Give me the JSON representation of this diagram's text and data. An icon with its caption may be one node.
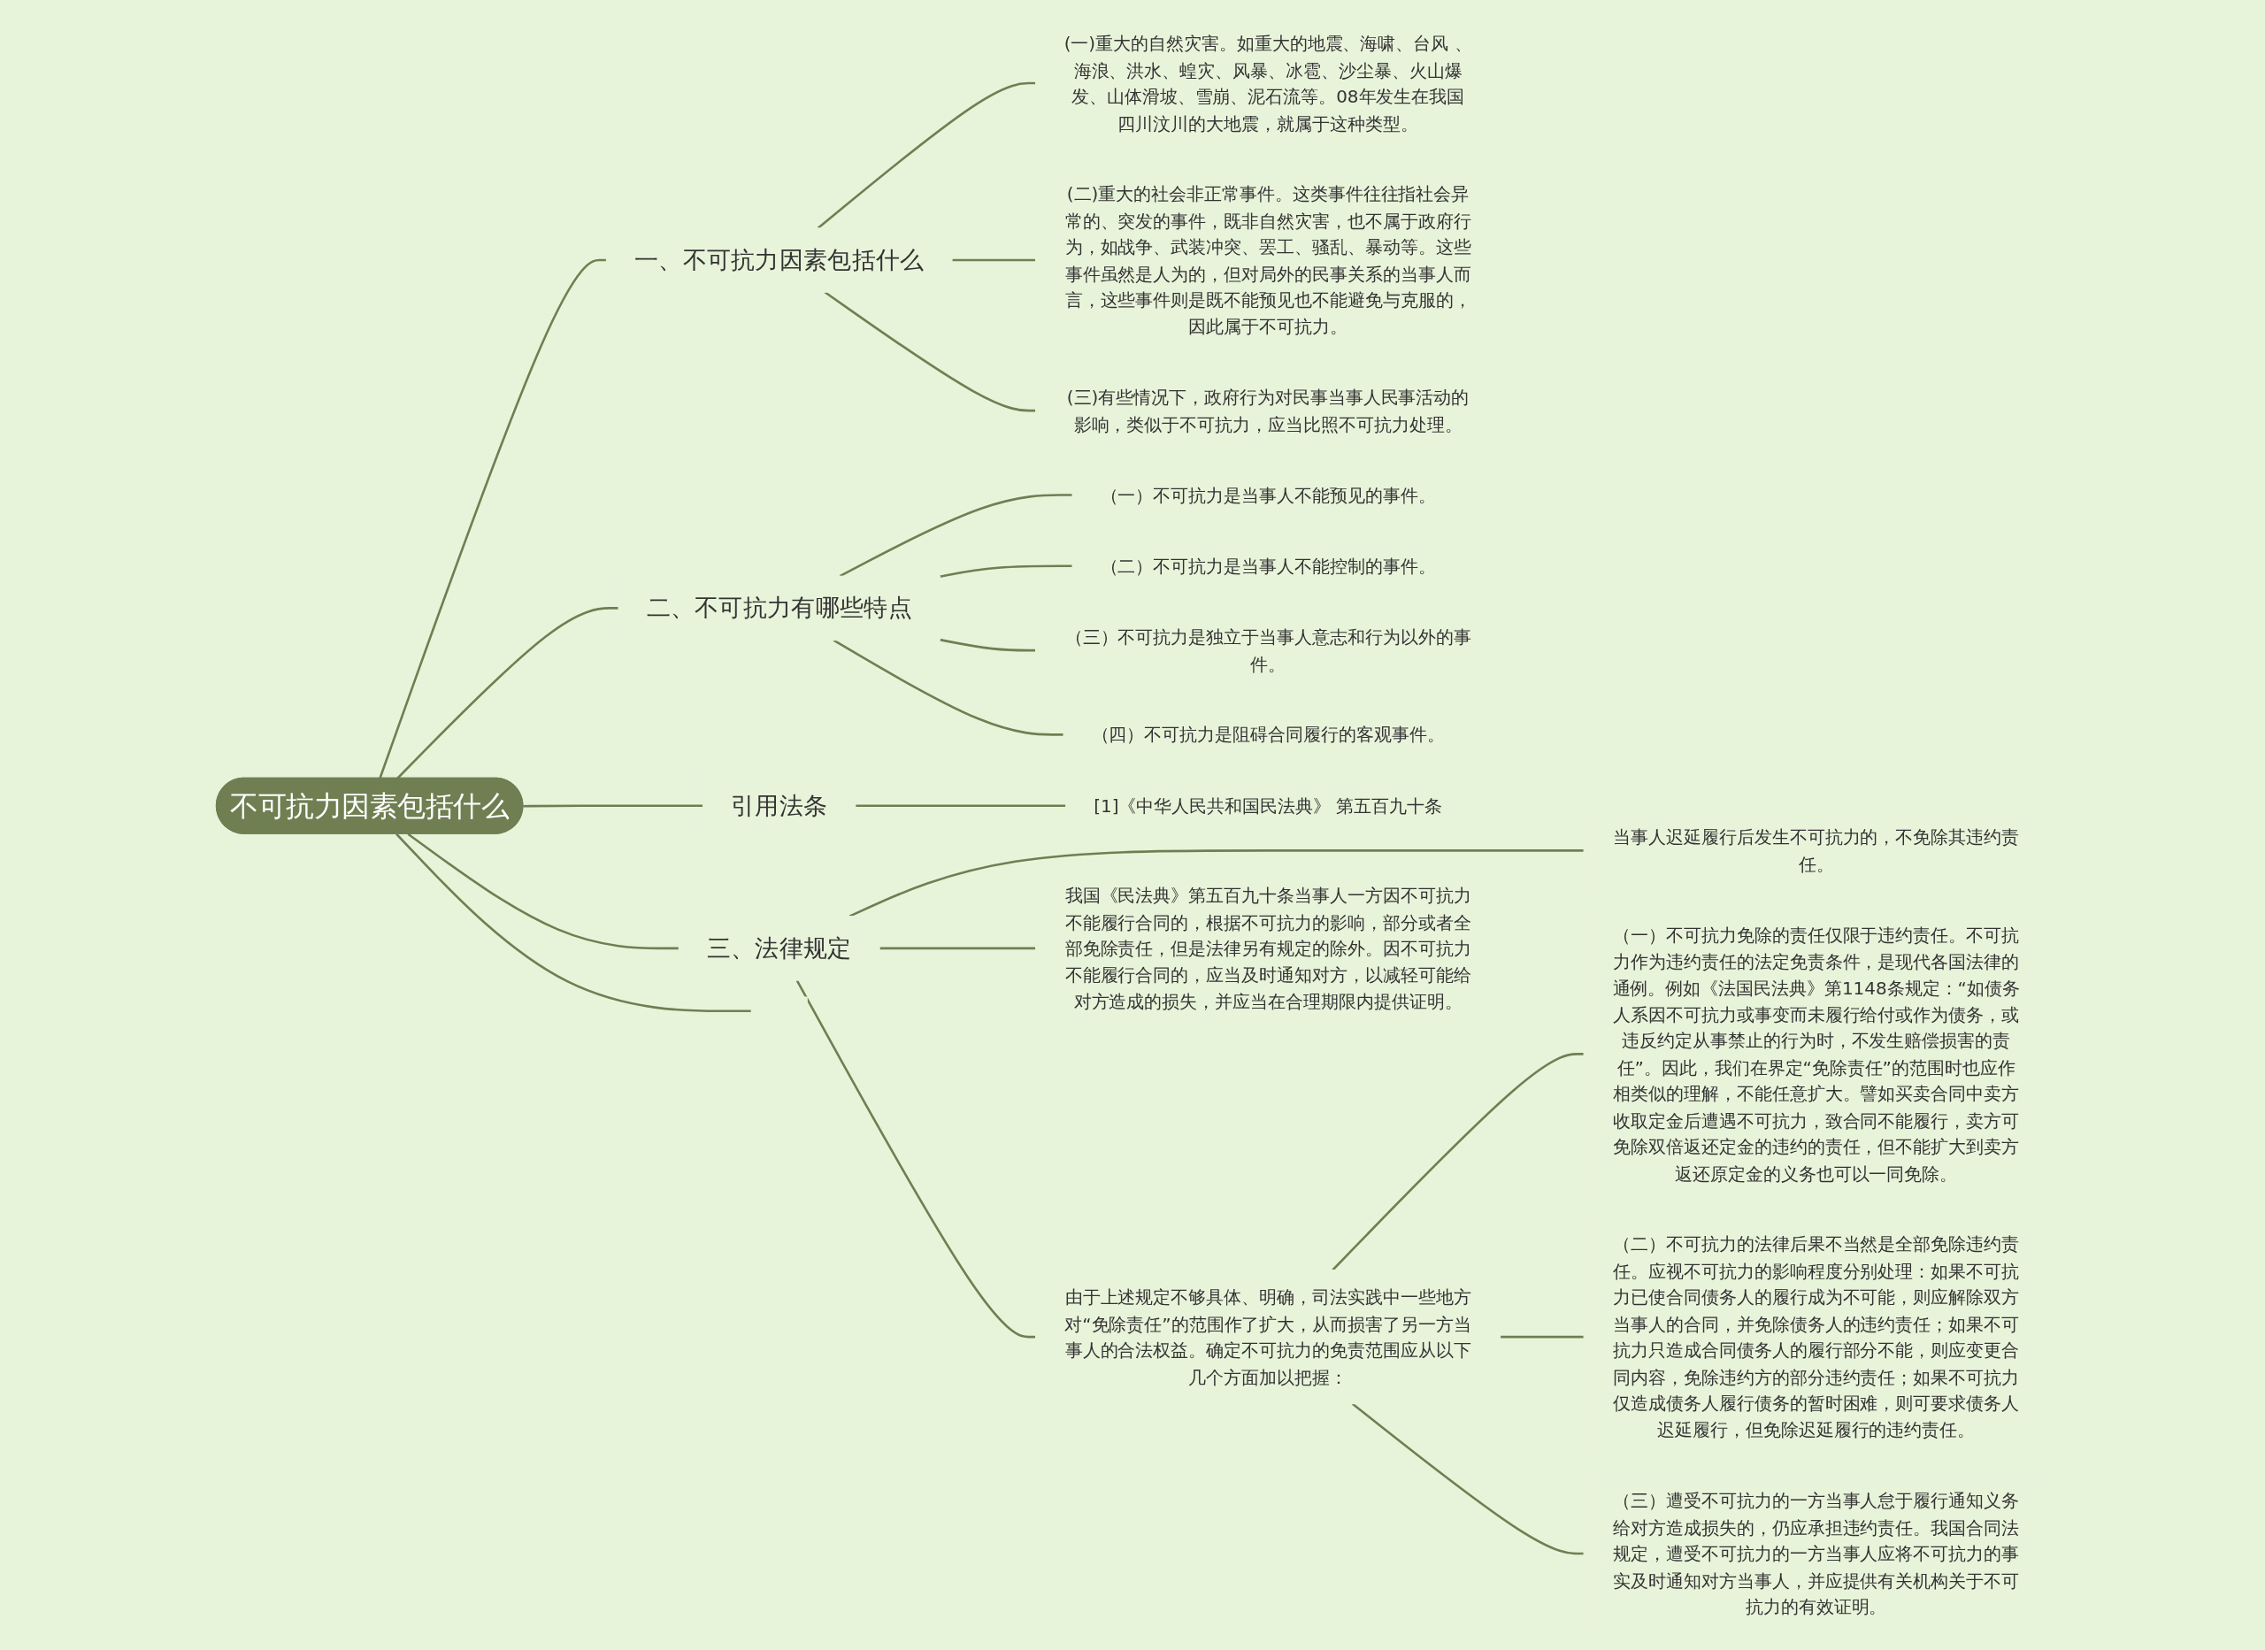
{
  "diagram": {
    "nodes": [
      {
        "text": [
          "不可抗力因素包括什么"
        ]
      },
      {
        "text": [
          "一、不可抗力因素包括什么"
        ]
      },
      {
        "text": [
          "(一)重大的自然灾害。如重大的地震、海啸、台风 、海浪、洪水、蝗灾、风暴、冰雹、沙尘暴、火山爆发、山体滑坡、雪崩、泥石流等。08年发生在我国四川汶川的大地震，就属于这种类型。"
        ]
      },
      {
        "text": [
          "(二)重大的社会非正常事件。这类事件往往指社会异常的、突发的事件，既非自然灾害，也不属于政府行为，如战争、武装冲突、罢工、骚乱、暴动等。这些事件虽然是人为的，但对局外的民事关系的当事人而言，这些事件则是既不能预见也不能避免与克服的，因此属于不可抗力。"
        ]
      },
      {
        "text": [
          "(三)有些情况下，政府行为对民事当事人民事活动的影响，类似于不可抗力，应当比照不可抗力处理。"
        ]
      },
      {
        "text": [
          "二、不可抗力有哪些特点"
        ]
      },
      {
        "text": [
          "（一）不可抗力是当事人不能预见的事件。"
        ]
      },
      {
        "text": [
          "（二）不可抗力是当事人不能控制的事件。"
        ]
      },
      {
        "text": [
          "（三）不可抗力是独立于当事人意志和行为以外的事件。"
        ]
      },
      {
        "text": [
          "（四）不可抗力是阻碍合同履行的客观事件。"
        ]
      },
      {
        "text": [
          "引用法条"
        ]
      },
      {
        "text": [
          "[1]《中华人民共和国民法典》 第五百九十条"
        ]
      },
      {
        "text": [
          "三、法律规定"
        ]
      },
      {
        "text": [
          "我国《民法典》第五百九十条当事人一方因不可抗力不能履行合同的，根据不可抗力的影响，部分或者全部免除责任，但是法律另有规定的除外。因不可抗力不能履行合同的，应当及时通知对方，以减轻可能给对方造成的损失，并应当在合理期限内提供证明。"
        ]
      },
      {
        "text": [
          "当事人迟延履行后发生不可抗力的，不免除其违约责任。"
        ]
      },
      {
        "text": [
          "由于上述规定不够具体、明确，司法实践中一些地方对“免除责任”的范围作了扩大，从而损害了另一方当事人的合法权益。确定不可抗力的免责范围应从以下几个方面加以把握："
        ]
      },
      {
        "text": [
          "（一）不可抗力免除的责任仅限于违约责任。不可抗力作为违约责任的法定免责条件，是现代各国法律的通例。例如《法国民法典》第1148条规定：“如债务人系因不可抗力或事变而未履行给付或作为债务，或违反约定从事禁止的行为时，不发生赔偿损害的责任”。因此，我们在界定“免除责任”的范围时也应作相类似的理解，不能任意扩大。譬如买卖合同中卖方收取定金后遭遇不可抗力，致合同不能履行，卖方可免除双倍返还定金的违约的责任，但不能扩大到卖方返还原定金的义务也可以一同免除。"
        ]
      },
      {
        "text": [
          "（二）不可抗力的法律后果不当然是全部免除违约责任。应视不可抗力的影响程度分别处理：如果不可抗力已使合同债务人的履行成为不可能，则应解除双方当事人的合同，并免除债务人的违约责任；如果不可抗力只造成合同债务人的履行部分不能，则应变更合同内容，免除违约方的部分违约责任；如果不可抗力仅造成债务人履行债务的暂时困难，则可要求债务人迟延履行，但免除迟延履行的违约责任。"
        ]
      },
      {
        "text": [
          "（三）遭受不可抗力的一方当事人怠于履行通知义务给对方造成损失的，仍应承担违约责任。我国合同法规定，遭受不可抗力的一方当事人应将不可抗力的事实及时通知对方当事人，并应提供有关机构关于不可抗力的有效证明。"
        ]
      }
    ],
    "edges": [
      {
        "from": 0,
        "to": 1,
        "arrow": "none"
      },
      {
        "from": 1,
        "to": 2,
        "arrow": "none"
      },
      {
        "from": 1,
        "to": 3,
        "arrow": "none"
      },
      {
        "from": 1,
        "to": 4,
        "arrow": "none"
      },
      {
        "from": 0,
        "to": null,
        "arrow": "none"
      },
      {
        "from": 0,
        "to": 5,
        "arrow": "none"
      },
      {
        "from": 5,
        "to": 6,
        "arrow": "none"
      },
      {
        "from": 5,
        "to": 7,
        "arrow": "none"
      },
      {
        "from": 5,
        "to": 8,
        "arrow": "none"
      },
      {
        "from": 5,
        "to": 9,
        "arrow": "none"
      },
      {
        "from": 0,
        "to": 10,
        "arrow": "none"
      },
      {
        "from": 10,
        "to": 11,
        "arrow": "none"
      },
      {
        "from": 0,
        "to": 12,
        "arrow": "none"
      },
      {
        "from": 12,
        "to": 13,
        "arrow": "none"
      },
      {
        "from": 12,
        "to": 14,
        "arrow": "none"
      },
      {
        "from": 12,
        "to": 15,
        "arrow": "none"
      },
      {
        "from": 15,
        "to": 16,
        "arrow": "none"
      },
      {
        "from": 15,
        "to": 17,
        "arrow": "none"
      },
      {
        "from": 15,
        "to": 18,
        "arrow": "none"
      }
    ]
  }
}
